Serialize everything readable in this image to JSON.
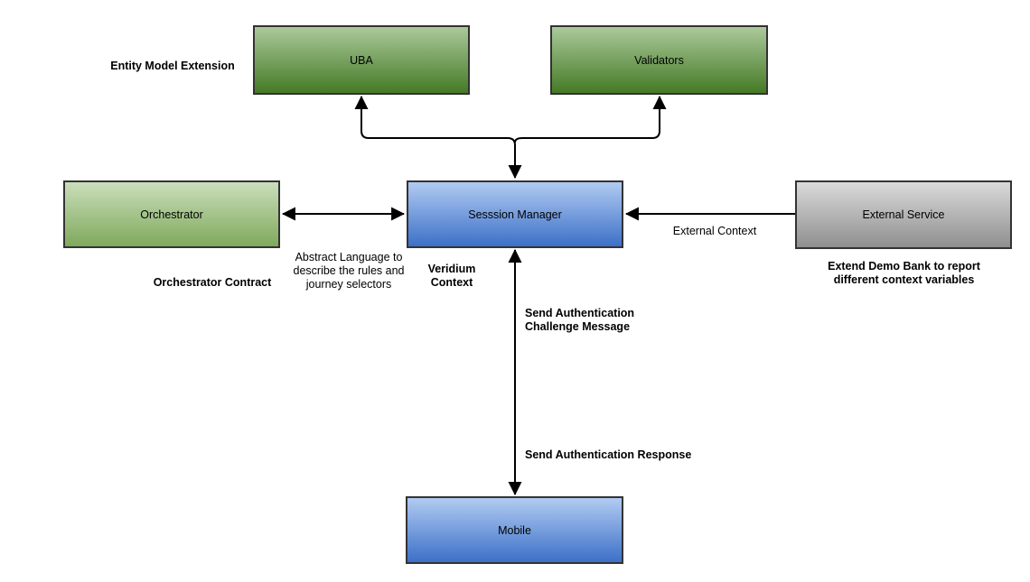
{
  "colors": {
    "node_border": "#333333",
    "green_dark_top": "#abc99a",
    "green_dark_bottom": "#447a26",
    "green_light_top": "#cadebb",
    "green_light_bottom": "#7fa95c",
    "blue_top": "#b1cbf1",
    "blue_bottom": "#3c70c8",
    "gray_top": "#dadada",
    "gray_bottom": "#8f8f8f",
    "connector": "#000000"
  },
  "nodes": {
    "uba": {
      "label": "UBA"
    },
    "validators": {
      "label": "Validators"
    },
    "orchestrator": {
      "label": "Orchestrator"
    },
    "session_manager": {
      "label": "Sesssion Manager"
    },
    "external_service": {
      "label": "External Service"
    },
    "mobile": {
      "label": "Mobile"
    }
  },
  "annotations": {
    "entity_model_extension": "Entity Model Extension",
    "orchestrator_contract": "Orchestrator Contract",
    "veridium_context": "Veridium Context",
    "extend_demo_bank": "Extend Demo Bank to report different context variables"
  },
  "edge_labels": {
    "abstract_language": "Abstract Language to describe the rules and journey selectors",
    "external_context": "External Context",
    "send_auth_challenge": "Send Authentication Challenge Message",
    "send_auth_response": "Send Authentication Response"
  }
}
